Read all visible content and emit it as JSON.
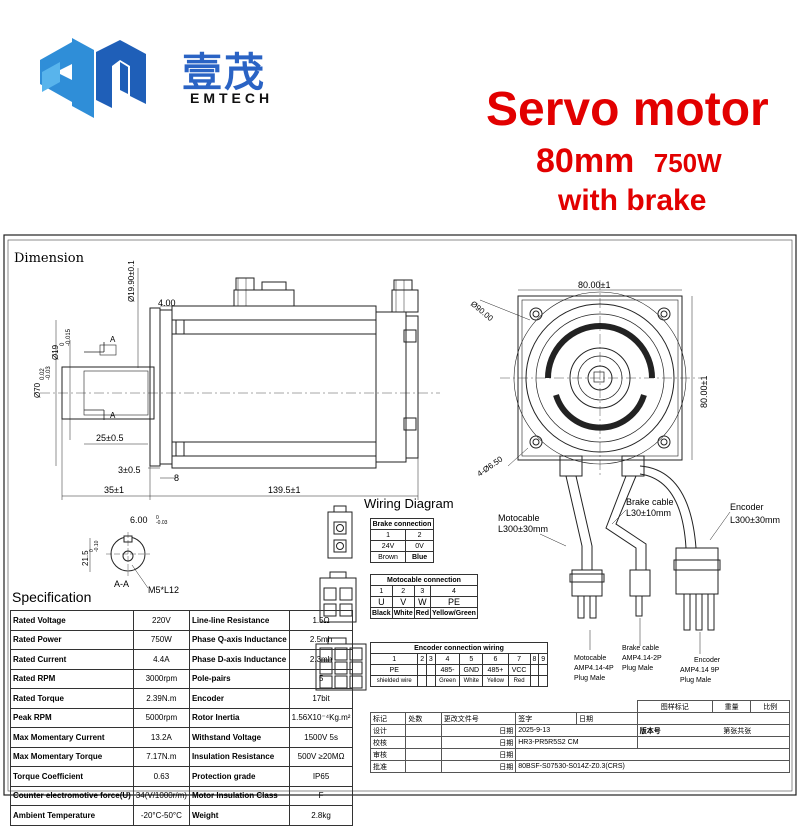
{
  "brand": {
    "name_cn": "壹茂",
    "name_en": "EMTECH"
  },
  "titles": {
    "product": "Servo motor",
    "size_power_size": "80mm",
    "size_power_power": "750W",
    "option": "with brake"
  },
  "drawing": {
    "section_label": "Dimension",
    "dims": {
      "shaft_dia": "Ø19.90±0.1",
      "flange_gap": "4.00",
      "shaft_main": "Ø19",
      "shaft_main_tol": "0\n-0.015",
      "pilot": "Ø70",
      "pilot_tol": "0.02\n-0.03",
      "section_arrow": "A",
      "key_length": "25±0.5",
      "key_offset": "3±0.5",
      "flange_thk": "8",
      "shaft_len": "35±1",
      "body_len": "139.5±1",
      "square_w": "80.00±1",
      "square_h": "80.00±1",
      "pcd": "Ø90.00",
      "holes": "4-Ø6.50"
    },
    "section": {
      "key_width": "6.00",
      "key_width_tol": "0\n-0.03",
      "key_height": "21.5",
      "key_height_tol": "0\n-0.10",
      "view_name": "A-A",
      "thread": "M5*L12"
    },
    "cables": {
      "motor": "Motocable",
      "motor_len": "L300±30mm",
      "brake": "Brake cable",
      "brake_len": "L30±10mm",
      "encoder": "Encoder",
      "encoder_len": "L300±30mm"
    },
    "plugs": {
      "motor_name": "Motocable",
      "motor_part": "AMP4.14-4P",
      "motor_type": "Plug Male",
      "brake_name": "Brake cable",
      "brake_part": "AMP4.14-2P",
      "brake_type": "Plug Male",
      "encoder_name": "Encoder",
      "encoder_part": "AMP4.14 9P",
      "encoder_type": "Plug Male"
    }
  },
  "wiring": {
    "title": "Wiring Diagram",
    "brake": {
      "title": "Brake connection",
      "pins": [
        "1",
        "2"
      ],
      "signals": [
        "24V",
        "0V"
      ],
      "colors": [
        "Brown",
        "Blue"
      ]
    },
    "motor": {
      "title": "Motocable connection",
      "pins": [
        "1",
        "2",
        "3",
        "4"
      ],
      "signals": [
        "U",
        "V",
        "W",
        "PE"
      ],
      "colors": [
        "Black",
        "White",
        "Red",
        "Yellow/Green"
      ]
    },
    "encoder": {
      "title": "Encoder connection wiring",
      "pins": [
        "1",
        "2",
        "3",
        "4",
        "5",
        "6",
        "7",
        "8",
        "9"
      ],
      "signals": [
        "PE",
        "",
        "",
        "485-",
        "GND",
        "485+",
        "VCC",
        "",
        ""
      ],
      "colors": [
        "shielded wire",
        "",
        "",
        "Green",
        "White",
        "Yellow",
        "Red",
        "",
        ""
      ]
    }
  },
  "spec": {
    "title": "Specification",
    "rows": [
      [
        "Rated Voltage",
        "220V",
        "Line-line Resistance",
        "1.5Ω"
      ],
      [
        "Rated Power",
        "750W",
        "Phase Q-axis Inductance",
        "2.5mh"
      ],
      [
        "Rated Current",
        "4.4A",
        "Phase D-axis Inductance",
        "2.3mh"
      ],
      [
        "Rated RPM",
        "3000rpm",
        "Pole-pairs",
        "5"
      ],
      [
        "Rated Torque",
        "2.39N.m",
        "Encoder",
        "17bit"
      ],
      [
        "Peak RPM",
        "5000rpm",
        "Rotor Inertia",
        "1.56X10⁻⁴Kg.m²"
      ],
      [
        "Max Momentary Current",
        "13.2A",
        "Withstand Voltage",
        "1500V 5s"
      ],
      [
        "Max Momentary Torque",
        "7.17N.m",
        "Insulation Resistance",
        "500V ≥20MΩ"
      ],
      [
        "Torque Coefficient",
        "0.63",
        "Protection grade",
        "IP65"
      ],
      [
        "Counter electromotive force(U)",
        "34(V/1000r/m)",
        "Motor Insulation Class",
        "F"
      ],
      [
        "Ambient Temperature",
        "-20°C-50°C",
        "Weight",
        "2.8kg"
      ]
    ]
  },
  "title_block": {
    "c_mark": "图样标记",
    "c_weight": "重量",
    "c_scale": "比例",
    "c_revision": "标记",
    "c_count": "处数",
    "c_doc": "更改文件号",
    "c_sign": "签字",
    "c_date": "日期",
    "design": "设计",
    "check": "校核",
    "review": "审核",
    "approve": "批准",
    "date_lbl": "日期",
    "date": "2025-9-13",
    "model": "HR3-PR5R5S2 CM",
    "version": "版本号",
    "sheets": "第张共张",
    "part_no": "80BSF-S07530-S014Z-Z0.3(CRS)"
  }
}
